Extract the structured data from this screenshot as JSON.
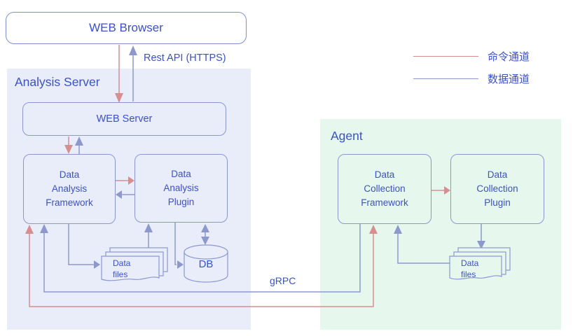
{
  "diagram": {
    "web_browser": {
      "label": "WEB Browser"
    },
    "rest_api_label": "Rest API (HTTPS)",
    "grpc_label": "gRPC",
    "analysis_server": {
      "title": "Analysis Server",
      "web_server": {
        "label": "WEB Server"
      },
      "framework": {
        "label": [
          "Data",
          "Analysis",
          "Framework"
        ]
      },
      "plugin": {
        "label": [
          "Data",
          "Analysis",
          "Plugin"
        ]
      },
      "data_files": {
        "label": [
          "Data",
          "files"
        ]
      },
      "db": {
        "label": "DB"
      }
    },
    "agent": {
      "title": "Agent",
      "framework": {
        "label": [
          "Data",
          "Collection",
          "Framework"
        ]
      },
      "plugin": {
        "label": [
          "Data",
          "Collection",
          "Plugin"
        ]
      },
      "data_files": {
        "label": [
          "Data",
          "files"
        ]
      }
    },
    "legend": {
      "items": [
        {
          "label": "命令通道",
          "color": "#d58f8f"
        },
        {
          "label": "数据通道",
          "color": "#8d99cd"
        }
      ]
    },
    "colors": {
      "text": "#3b51c6",
      "box_border": "#8c97cf",
      "browser_border": "#7e8fd8",
      "command_line": "#d58f8f",
      "data_line": "#8d99cd",
      "analysis_panel_bg": "#e9edfa",
      "agent_panel_bg": "#e6f8ee"
    }
  }
}
